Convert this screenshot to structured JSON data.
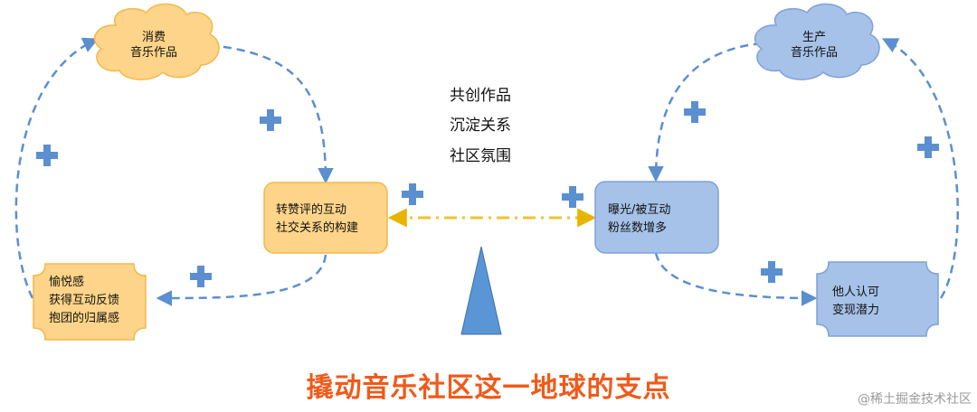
{
  "nodes": {
    "consume": {
      "lines": [
        "消费",
        "音乐作品"
      ]
    },
    "produce": {
      "lines": [
        "生产",
        "音乐作品"
      ]
    },
    "interact": {
      "lines": [
        "转赞评的互动",
        "社交关系的构建"
      ]
    },
    "exposure": {
      "lines": [
        "曝光/被互动",
        "粉丝数增多"
      ]
    },
    "joy": {
      "lines": [
        "愉悦感",
        "获得互动反馈",
        "抱团的归属感"
      ]
    },
    "recognition": {
      "lines": [
        "他人认可",
        "变现潜力"
      ]
    }
  },
  "center_labels": [
    "共创作品",
    "沉淀关系",
    "社区氛围"
  ],
  "plus_symbol": "+",
  "title": "撬动音乐社区这一地球的支点",
  "watermark": "@稀土掘金技术社区",
  "colors": {
    "orange_fill": "#fdd489",
    "orange_stroke": "#f2b84b",
    "blue_fill": "#a6c2e8",
    "blue_stroke": "#7fa2d6",
    "arrow": "#5b8fd0",
    "link": "#f2c22e",
    "plus": "#5b8fd0",
    "fulcrum": "#5a96d6",
    "title": "#f05a1a"
  }
}
